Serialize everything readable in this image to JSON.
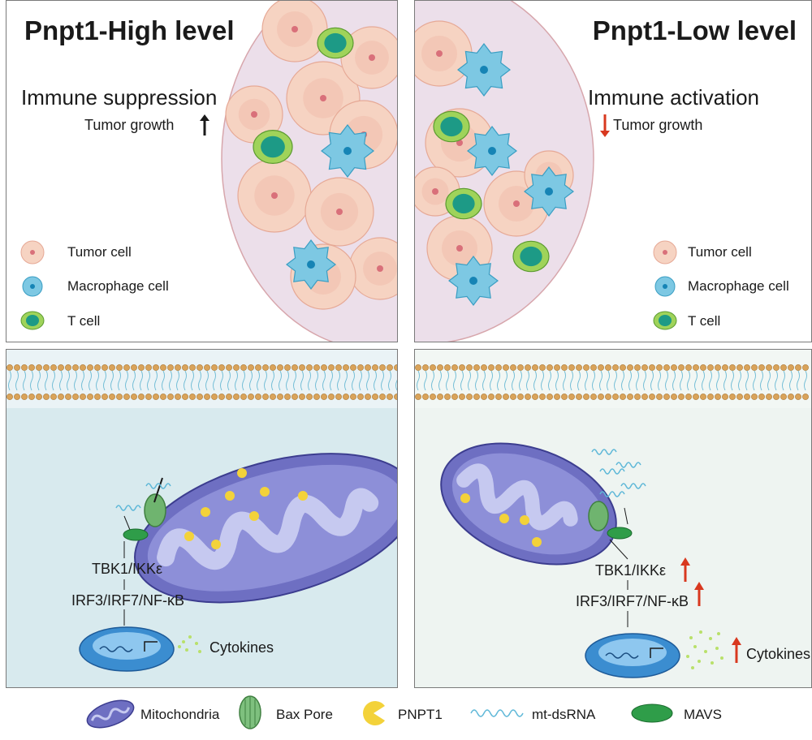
{
  "top_left": {
    "title": "Pnpt1-High level",
    "subtitle": "Immune suppression",
    "tumor_growth": "Tumor growth",
    "legend": [
      "Tumor cell",
      "Macrophage cell",
      "T cell"
    ]
  },
  "top_right": {
    "title": "Pnpt1-Low level",
    "subtitle": "Immune activation",
    "tumor_growth": "Tumor growth",
    "legend": [
      "Tumor cell",
      "Macrophage cell",
      "T cell"
    ]
  },
  "bottom_left": {
    "tbk1": "TBK1/IKKε",
    "irf": "IRF3/IRF7/NF-κB",
    "cytokines": "Cytokines"
  },
  "bottom_right": {
    "tbk1": "TBK1/IKKε",
    "irf": "IRF3/IRF7/NF-κB",
    "cytokines": "Cytokines"
  },
  "bottom_legend": [
    "Mitochondria",
    "Bax Pore",
    "PNPT1",
    "mt-dsRNA",
    "MAVS"
  ],
  "colors": {
    "up_arrow_black": "#1a1a1a",
    "red_arrow": "#d8381f",
    "tumor_fill": "#f6d3c2",
    "macrophage": "#7dc8e3",
    "tcell_outer": "#9fd35a",
    "tcell_inner": "#1d9a86",
    "mito": "#6e6fc2",
    "panel_bg_left": "#d8eaee",
    "panel_bg_right": "#eef4f1"
  }
}
